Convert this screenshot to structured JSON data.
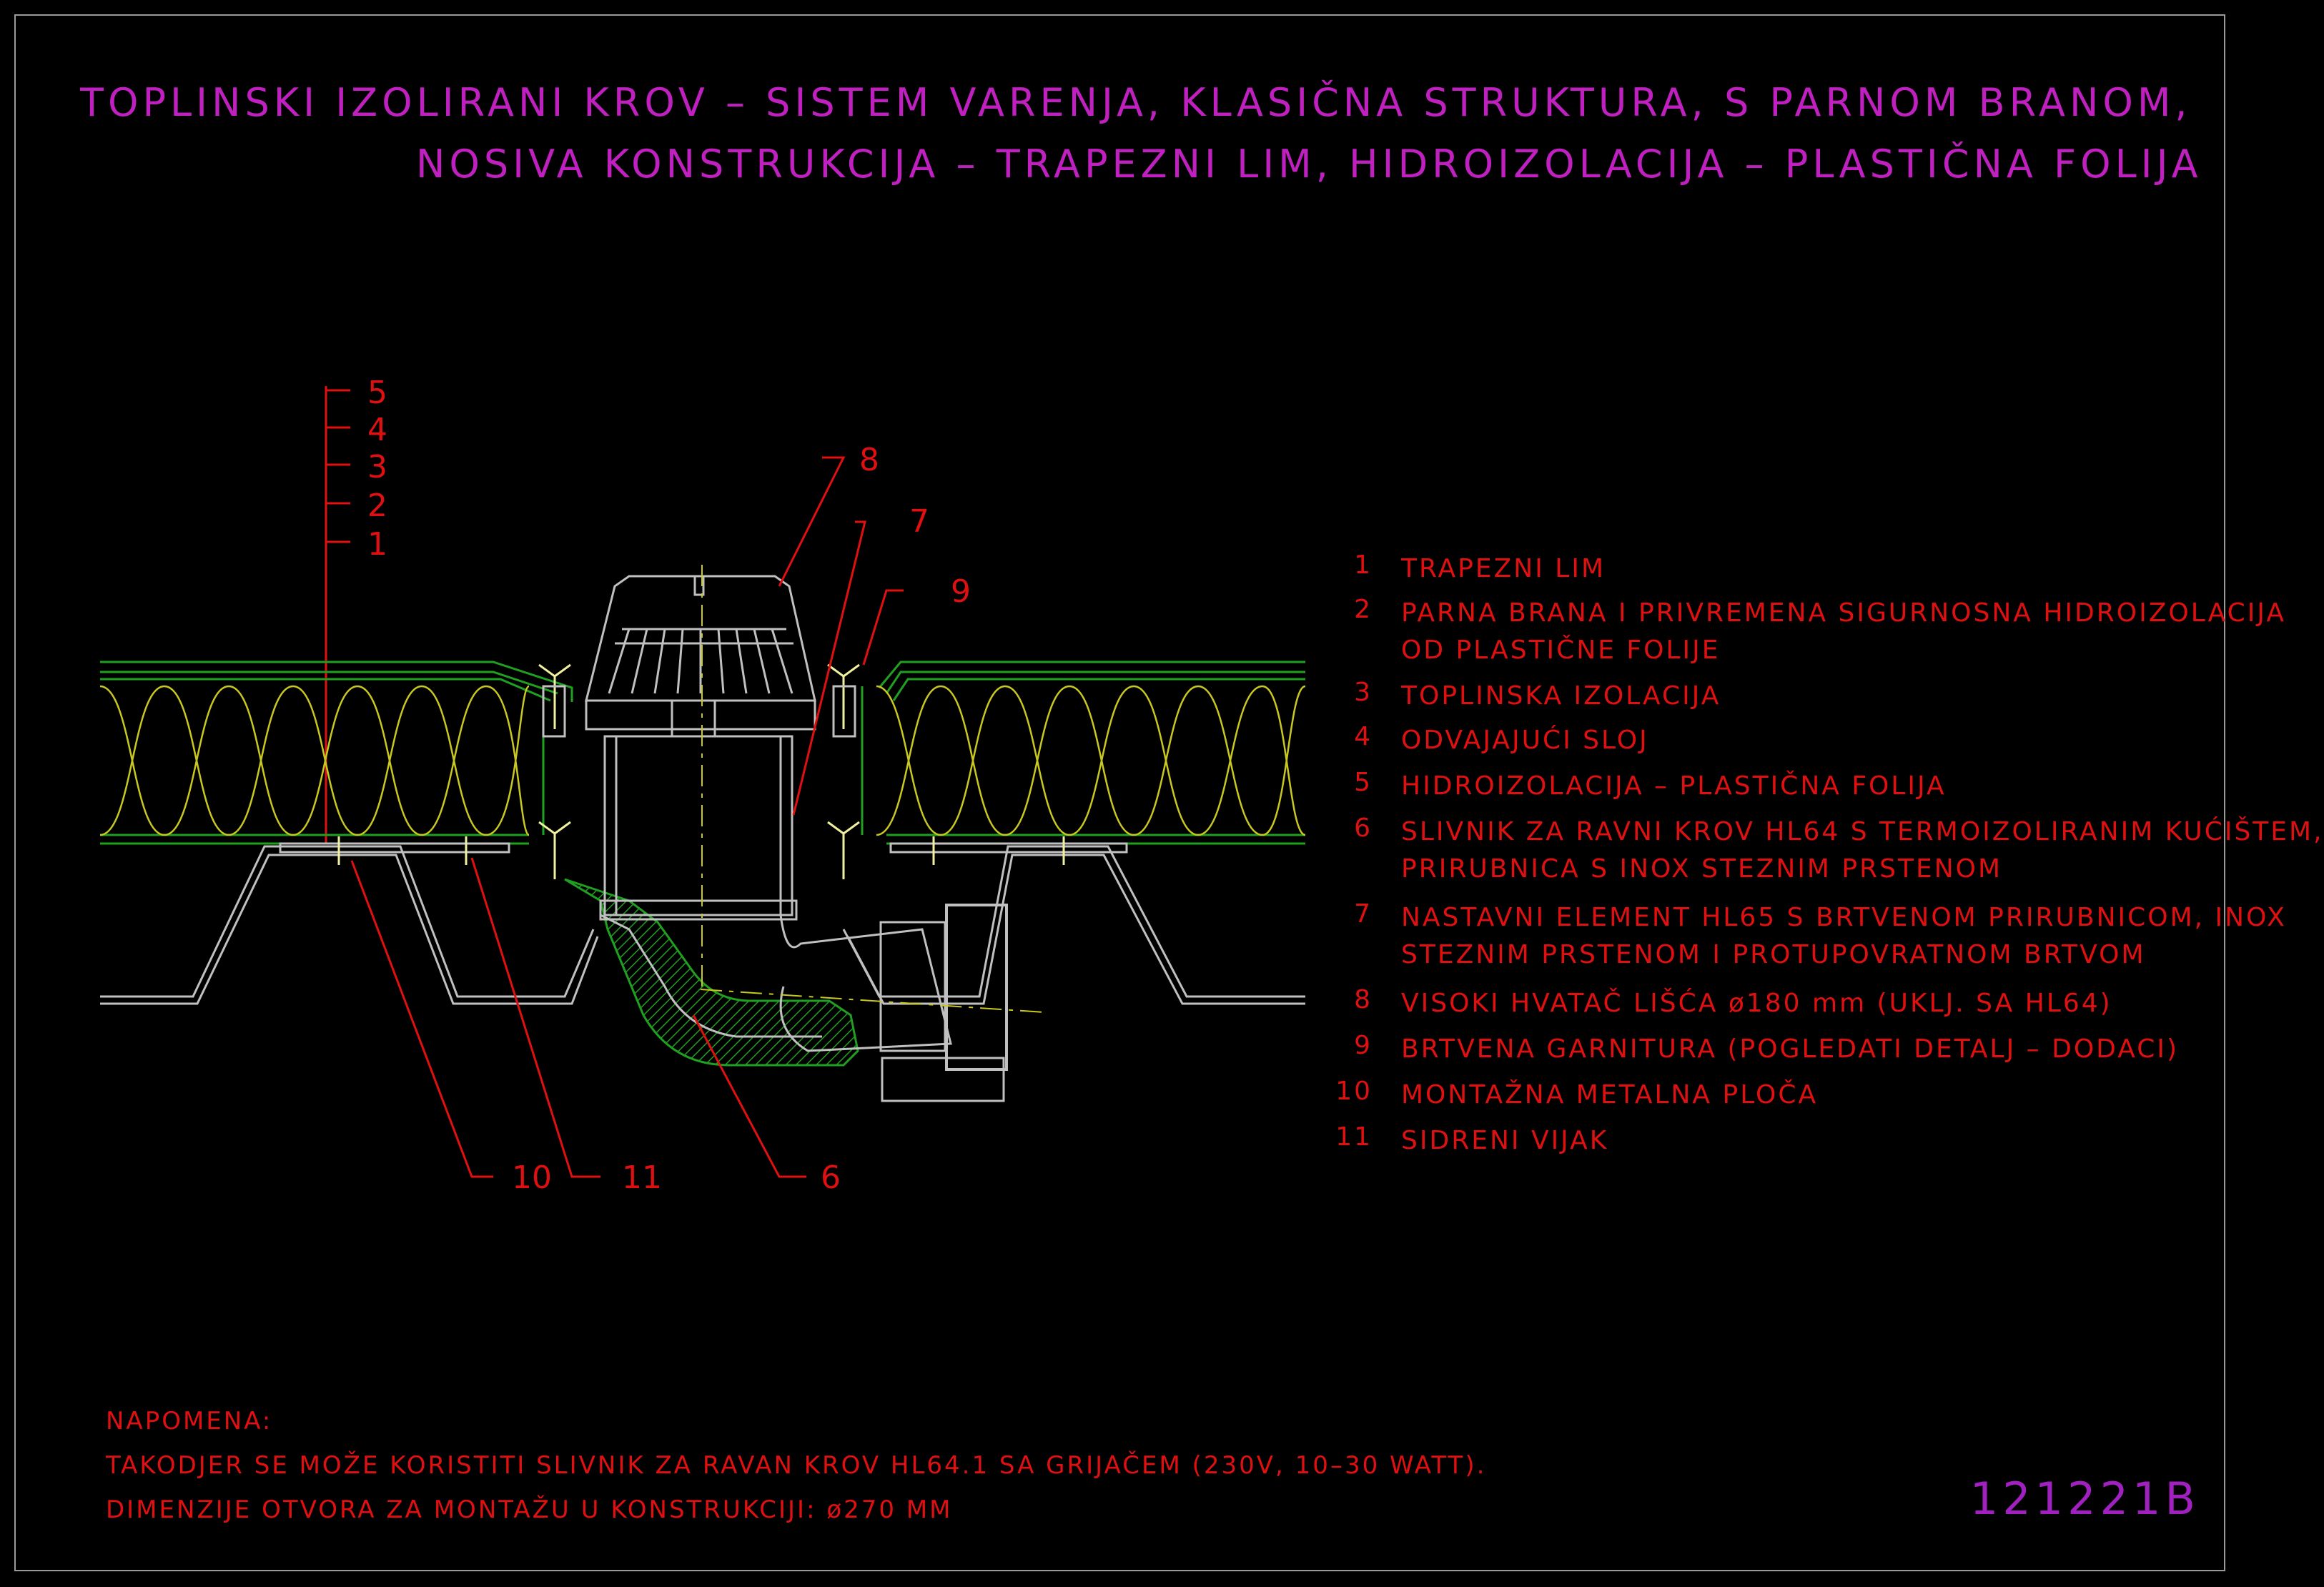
{
  "title": {
    "line1": "TOPLINSKI IZOLIRANI KROV – SISTEM VARENJA, KLASIČNA STRUKTURA, S PARNOM BRANOM,",
    "line2": "NOSIVA KONSTRUKCIJA – TRAPEZNI LIM, HIDROIZOLACIJA – PLASTIČNA FOLIJA"
  },
  "layer_markers": [
    "5",
    "4",
    "3",
    "2",
    "1"
  ],
  "callouts": {
    "c8": "8",
    "c7": "7",
    "c9": "9",
    "c10": "10",
    "c11": "11",
    "c6": "6"
  },
  "legend": [
    {
      "num": "1",
      "text": "TRAPEZNI LIM"
    },
    {
      "num": "2",
      "text": "PARNA BRANA I PRIVREMENA SIGURNOSNA HIDROIZOLACIJA",
      "text2": "OD PLASTIČNE FOLIJE"
    },
    {
      "num": "3",
      "text": "TOPLINSKA IZOLACIJA"
    },
    {
      "num": "4",
      "text": "ODVAJAJUĆI SLOJ"
    },
    {
      "num": "5",
      "text": "HIDROIZOLACIJA – PLASTIČNA FOLIJA"
    },
    {
      "num": "6",
      "text": "SLIVNIK ZA RAVNI KROV HL64 S TERMOIZOLIRANIM KUĆIŠTEM,",
      "text2": "PRIRUBNICA S INOX STEZNIM PRSTENOM"
    },
    {
      "num": "7",
      "text": "NASTAVNI ELEMENT HL65 S BRTVENOM PRIRUBNICOM, INOX",
      "text2": "STEZNIM PRSTENOM I PROTUPOVRATNOM BRTVOM"
    },
    {
      "num": "8",
      "text": "VISOKI HVATAČ LIŠĆA ø180 mm (UKLJ. SA HL64)"
    },
    {
      "num": "9",
      "text": "BRTVENA GARNITURA (POGLEDATI DETALJ – DODACI)"
    },
    {
      "num": "10",
      "text": "MONTAŽNA METALNA PLOČA"
    },
    {
      "num": "11",
      "text": "SIDRENI VIJAK"
    }
  ],
  "note": {
    "heading": "NAPOMENA:",
    "line1": "TAKODJER SE MOŽE KORISTITI SLIVNIK ZA RAVAN KROV HL64.1 SA GRIJAČEM (230V, 10–30 WATT).",
    "line2": "DIMENZIJE OTVORA ZA MONTAŽU U KONSTRUKCIJI: ø270 MM"
  },
  "drawing_code": "121221B",
  "colors": {
    "background": "#000000",
    "title": "#c020c0",
    "text": "#e01010",
    "insulation": "#c8c820",
    "membrane": "#20a020",
    "steel": "#c0c0c0"
  }
}
